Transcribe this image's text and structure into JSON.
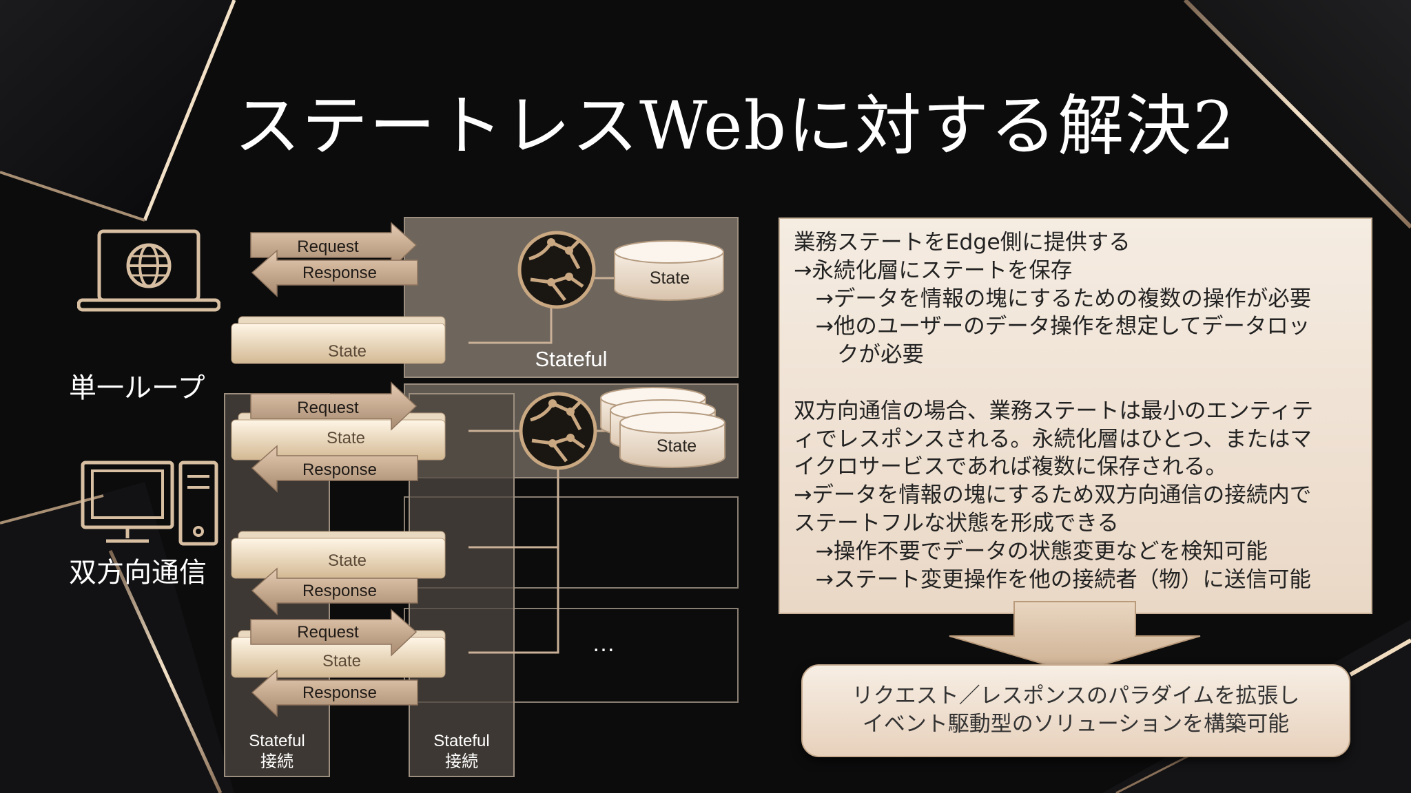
{
  "slide": {
    "title": "ステートレスWebに対する解決2"
  },
  "left_labels": {
    "single_loop": "単一ループ",
    "bidirectional": "双方向通信"
  },
  "diagram": {
    "request": "Request",
    "response": "Response",
    "state": "State",
    "stateful": "Stateful",
    "stateful_conn_line1": "Stateful",
    "stateful_conn_line2": "接続",
    "ellipsis": "…"
  },
  "explanation": {
    "lines": [
      "業務ステートをEdge側に提供する",
      "→永続化層にステートを保存",
      "　→データを情報の塊にするための複数の操作が必要",
      "　→他のユーザーのデータ操作を想定してデータロッ",
      "　　クが必要",
      "",
      "双方向通信の場合、業務ステートは最小のエンティテ",
      "ィでレスポンスされる。永続化層はひとつ、またはマ",
      "イクロサービスであれば複数に保存される。",
      "→データを情報の塊にするため双方向通信の接続内で",
      "ステートフルな状態を形成できる",
      "　→操作不要でデータの状態変更などを検知可能",
      "　→ステート変更操作を他の接続者（物）に送信可能"
    ]
  },
  "conclusion": {
    "line1": "リクエスト／レスポンスのパラダイムを拡張し",
    "line2": "イベント駆動型のソリューションを構築可能"
  },
  "colors": {
    "background": "#0b0b0c",
    "gold": "#c9a882",
    "panel": "#6e655c",
    "text_panel": "#f0e4d8"
  },
  "icons": [
    "laptop-globe-icon",
    "desktop-computer-icon",
    "network-globe-icon",
    "database-icon"
  ]
}
